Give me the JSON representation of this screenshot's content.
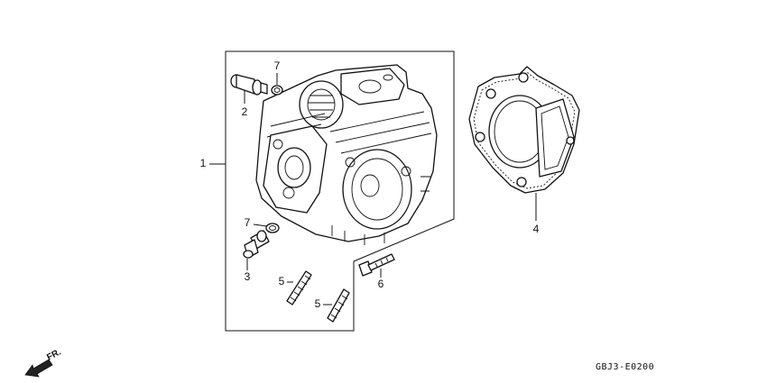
{
  "callouts": {
    "c1": "1",
    "c2": "2",
    "c3": "3",
    "c4": "4",
    "c5a": "5",
    "c5b": "5",
    "c6": "6",
    "c7a": "7",
    "c7b": "7"
  },
  "direction_label": "FR.",
  "diagram_code": "GBJ3-E0200"
}
